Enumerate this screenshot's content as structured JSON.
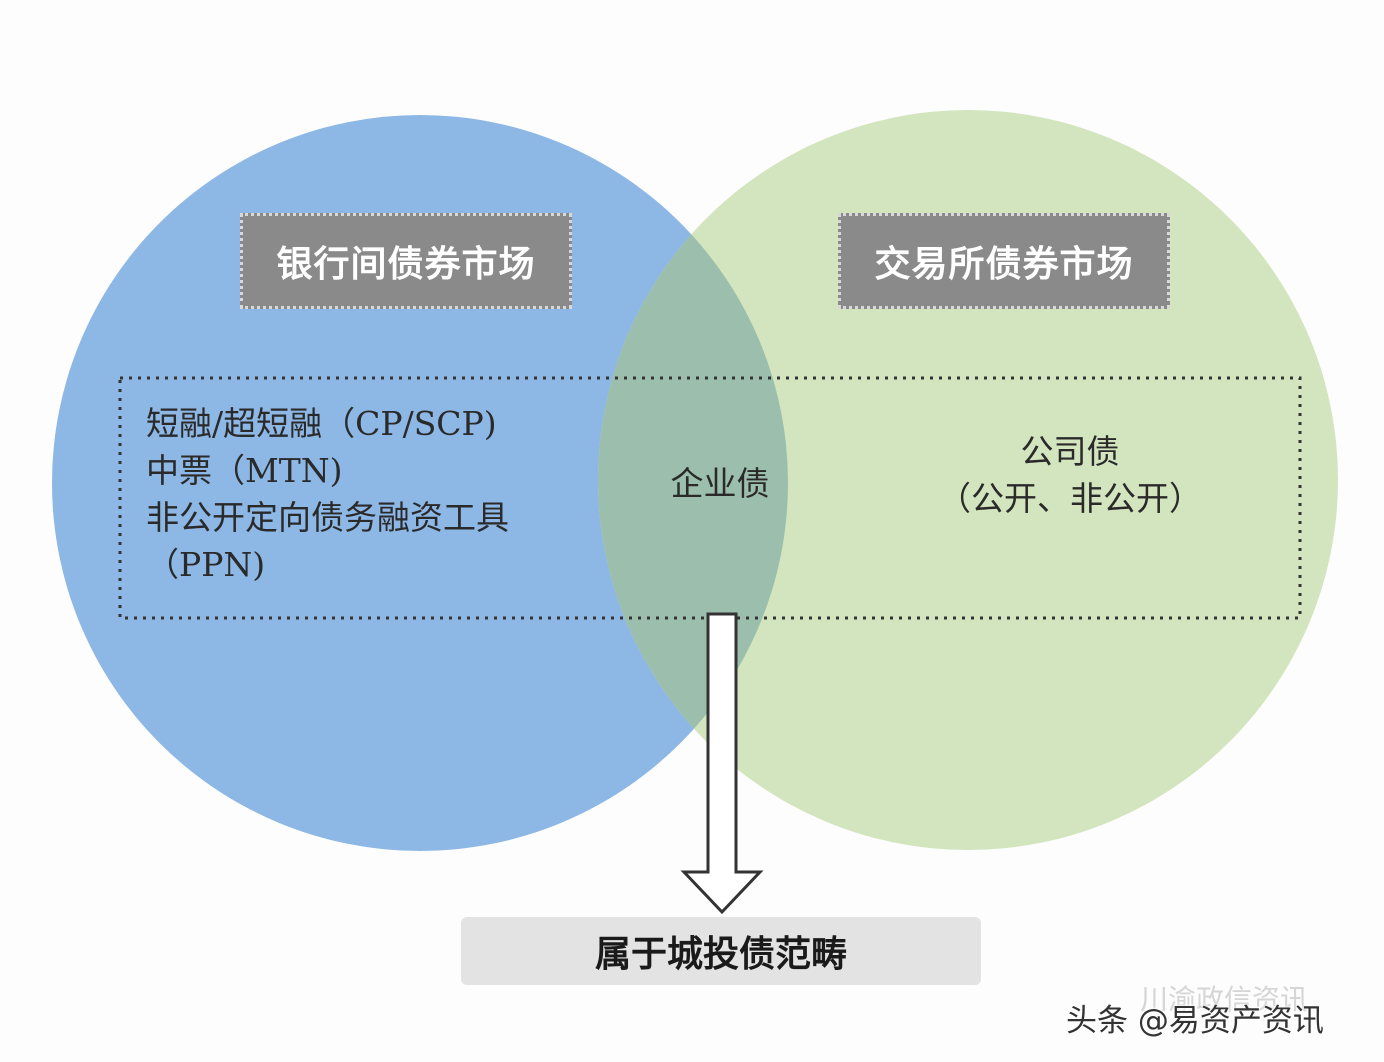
{
  "colors": {
    "left_circle": "#8db7e4",
    "right_circle": "#d3e5be",
    "overlap": "#9bbfac",
    "label_box": "#8a8a8a",
    "result_box": "#e3e3e3"
  },
  "left_market": {
    "label": "银行间债券市场"
  },
  "right_market": {
    "label": "交易所债券市场"
  },
  "left_items": [
    "短融/超短融（CP/SCP)",
    "中票（MTN)",
    "非公开定向债务融资工具",
    "（PPN)"
  ],
  "overlap": {
    "label": "企业债"
  },
  "right_items": {
    "line1": "公司债",
    "line2": "（公开、非公开）"
  },
  "result": {
    "label": "属于城投债范畴"
  },
  "watermark": {
    "faint": "川渝政信资讯",
    "main": "头条 @易资产资讯"
  }
}
